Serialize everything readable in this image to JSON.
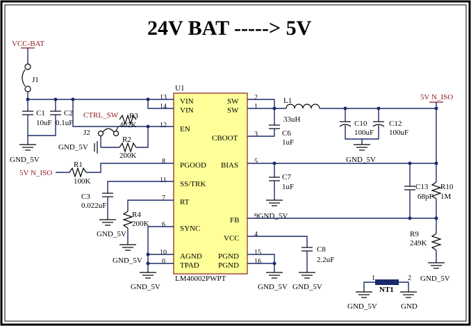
{
  "title": "24V BAT -----> 5V",
  "ic": {
    "ref": "U1",
    "part": "LM46002PWPT",
    "pins_left": [
      {
        "num": "13",
        "name": "VIN"
      },
      {
        "num": "14",
        "name": "VIN"
      },
      {
        "num": "12",
        "name": "EN"
      },
      {
        "num": "8",
        "name": "PGOOD"
      },
      {
        "num": "11",
        "name": "SS/TRK"
      },
      {
        "num": "7",
        "name": "RT"
      },
      {
        "num": "6",
        "name": "SYNC"
      },
      {
        "num": "10",
        "name": "AGND"
      },
      {
        "num": "0",
        "name": "TPAD"
      }
    ],
    "pins_right": [
      {
        "num": "2",
        "name": "SW"
      },
      {
        "num": "1",
        "name": "SW"
      },
      {
        "num": "3",
        "name": "CBOOT"
      },
      {
        "num": "5",
        "name": "BIAS"
      },
      {
        "num": "9",
        "name": "FB"
      },
      {
        "num": "4",
        "name": "VCC"
      },
      {
        "num": "15",
        "name": "PGND"
      },
      {
        "num": "16",
        "name": "PGND"
      }
    ]
  },
  "nets": {
    "vcc_bat": "VCC-BAT",
    "vout_top": "5V N_ISO",
    "vout_left": "5V N_ISO",
    "ctrl_sw": "CTRL_SW",
    "gnd5_j2": "GND_5V",
    "gnd": "GND"
  },
  "components": {
    "J1": "J1",
    "J2": "J2",
    "C1": {
      "ref": "C1",
      "value": "10uF"
    },
    "C2": {
      "ref": "C2",
      "value": "0.1uF"
    },
    "R3": {
      "ref": "R3",
      "value": "402K"
    },
    "R2": {
      "ref": "R2",
      "value": "200K"
    },
    "R1": {
      "ref": "R1",
      "value": "100K"
    },
    "C3": {
      "ref": "C3",
      "value": "0.022uF"
    },
    "R4": {
      "ref": "R4",
      "value": "200K"
    },
    "L1": {
      "ref": "L1",
      "value": "33uH"
    },
    "C6": {
      "ref": "C6",
      "value": "1uF"
    },
    "C10": {
      "ref": "C10",
      "value": "100uF"
    },
    "C12": {
      "ref": "C12",
      "value": "100uF"
    },
    "C7": {
      "ref": "C7",
      "value": "1uF"
    },
    "C13": {
      "ref": "C13",
      "value": "68pF"
    },
    "R10": {
      "ref": "R10",
      "value": "1M"
    },
    "R9": {
      "ref": "R9",
      "value": "249K"
    },
    "C8": {
      "ref": "C8",
      "value": "2.2uF"
    },
    "NT1": {
      "ref": "NT1",
      "pin1": "1",
      "pin2": "2"
    }
  },
  "ground_labels": {
    "c1": "GND_5V",
    "c10": "GND_5V",
    "c6_9": "9GND_5V",
    "c3": "GND_5V",
    "r4": "GND_5V",
    "agnd": "GND_5V",
    "pgnd": "GND_5V",
    "c8": "GND_5V",
    "r9": "GND_5V",
    "nt1_left": "GND_5V",
    "nt1_right": "GND"
  },
  "colors": {
    "wire": "#1a2a6c",
    "symbol": "#000000",
    "net_label": "#8b1a1a",
    "ic_fill": "#ffff99"
  }
}
